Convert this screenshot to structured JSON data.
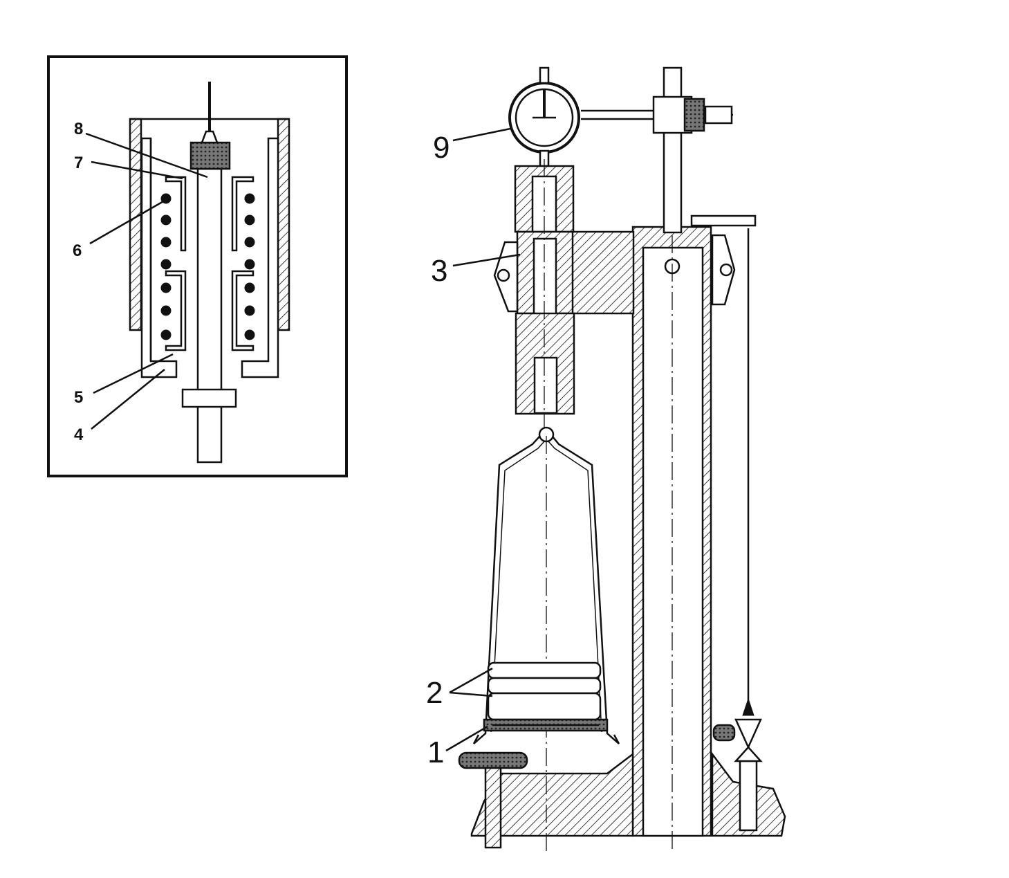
{
  "inset": {
    "labels": [
      {
        "id": "8",
        "text": "8"
      },
      {
        "id": "7",
        "text": "7"
      },
      {
        "id": "6",
        "text": "6"
      },
      {
        "id": "5",
        "text": "5"
      },
      {
        "id": "4",
        "text": "4"
      }
    ]
  },
  "main": {
    "labels": [
      {
        "id": "9",
        "text": "9"
      },
      {
        "id": "3",
        "text": "3"
      },
      {
        "id": "2",
        "text": "2"
      },
      {
        "id": "1",
        "text": "1"
      }
    ]
  }
}
